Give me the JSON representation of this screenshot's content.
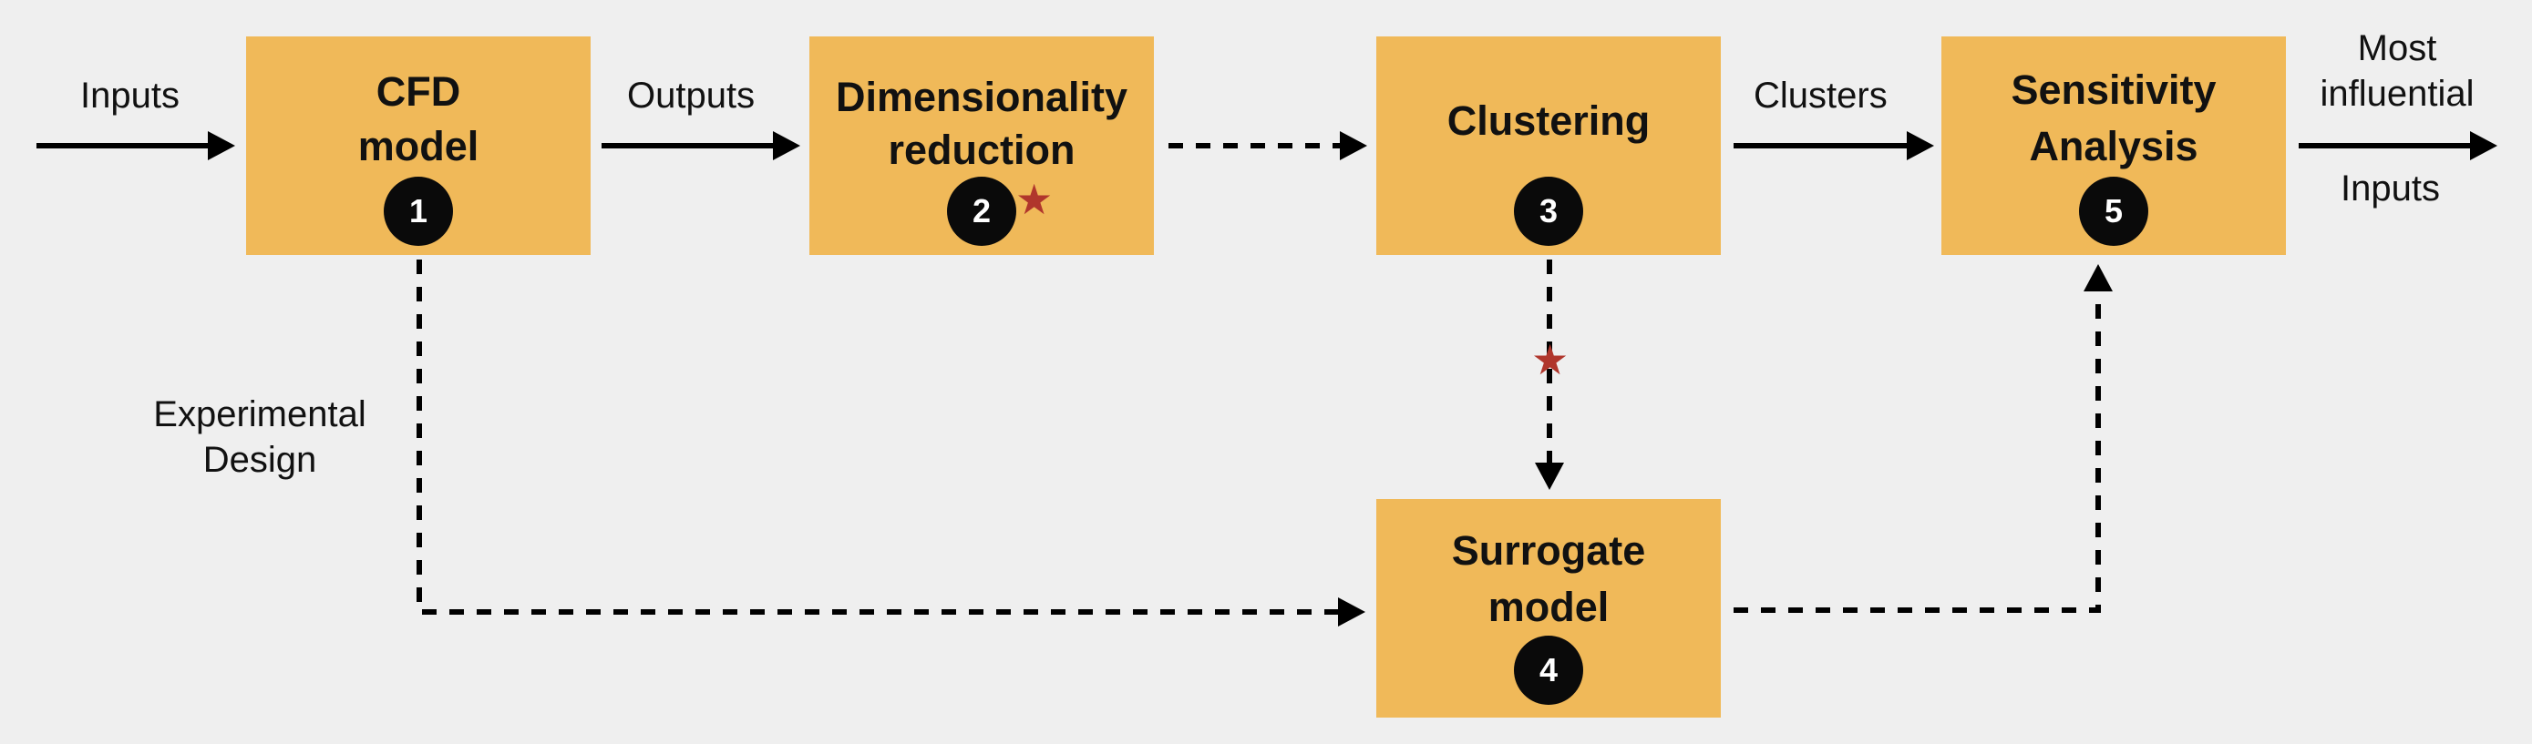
{
  "nodes": [
    {
      "id": 1,
      "title_line1": "CFD",
      "title_line2": "model",
      "badge": "1"
    },
    {
      "id": 2,
      "title_line1": "Dimensionality",
      "title_line2": "reduction",
      "badge": "2"
    },
    {
      "id": 3,
      "title_line1": "Clustering",
      "title_line2": "",
      "badge": "3"
    },
    {
      "id": 4,
      "title_line1": "Surrogate",
      "title_line2": "model",
      "badge": "4"
    },
    {
      "id": 5,
      "title_line1": "Sensitivity",
      "title_line2": "Analysis",
      "badge": "5"
    }
  ],
  "edge_labels": {
    "inputs": "Inputs",
    "outputs": "Outputs",
    "clusters": "Clusters",
    "experimental_line1": "Experimental",
    "experimental_line2": "Design",
    "most_line1": "Most",
    "most_line2": "influential",
    "inputs_out": "Inputs"
  },
  "markers": {
    "star_symbol": "★"
  },
  "colors": {
    "background": "#efefef",
    "box": "#f0b959",
    "badge": "#0a0a0a",
    "star": "#b0362c",
    "arrow": "#000000"
  }
}
